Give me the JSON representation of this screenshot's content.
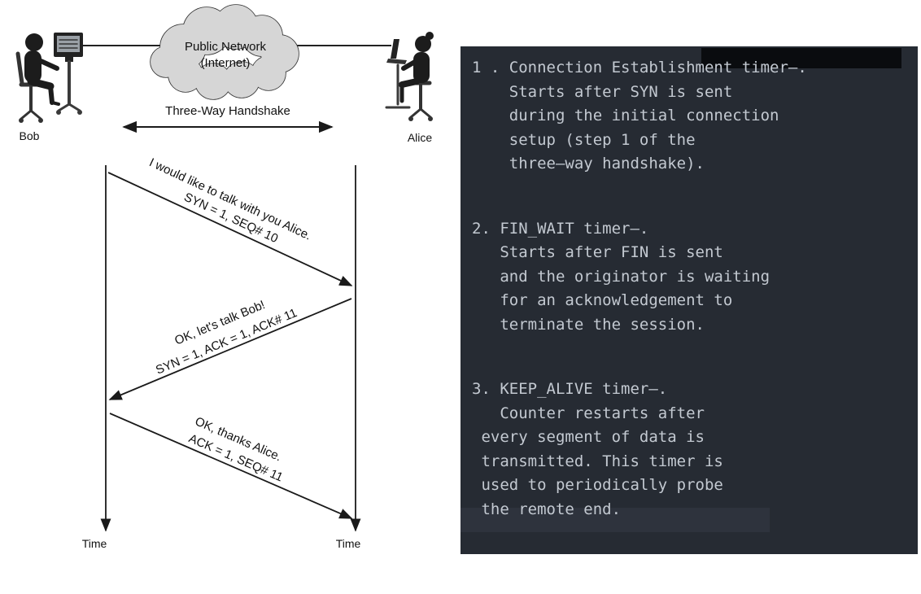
{
  "diagram": {
    "cloud": {
      "label_line1": "Public Network",
      "label_line2": "(Internet)"
    },
    "actors": {
      "left": "Bob",
      "right": "Alice"
    },
    "handshake_label": "Three-Way Handshake",
    "messages": [
      {
        "text": "I would like to talk with you Alice.",
        "meta": "SYN = 1, SEQ# 10"
      },
      {
        "text": "OK, let's talk Bob!",
        "meta": "SYN = 1, ACK = 1, ACK# 11"
      },
      {
        "text": "OK, thanks Alice.",
        "meta": "ACK = 1, SEQ# 11"
      }
    ],
    "time_left": "Time",
    "time_right": "Time"
  },
  "notes": {
    "bg_color": "#262b33",
    "text_color": "#c3c9d1",
    "blocks": [
      {
        "text": "1 . Connection Establishment timer—.\n    Starts after SYN is sent\n    during the initial connection\n    setup (step 1 of the\n    three—way handshake)."
      },
      {
        "text": "2. FIN_WAIT timer—.\n   Starts after FIN is sent\n   and the originator is waiting\n   for an acknowledgement to\n   terminate the session."
      },
      {
        "text": "3. KEEP_ALIVE timer—.\n   Counter restarts after\n every segment of data is\n transmitted. This timer is\n used to periodically probe\n the remote end."
      }
    ]
  }
}
